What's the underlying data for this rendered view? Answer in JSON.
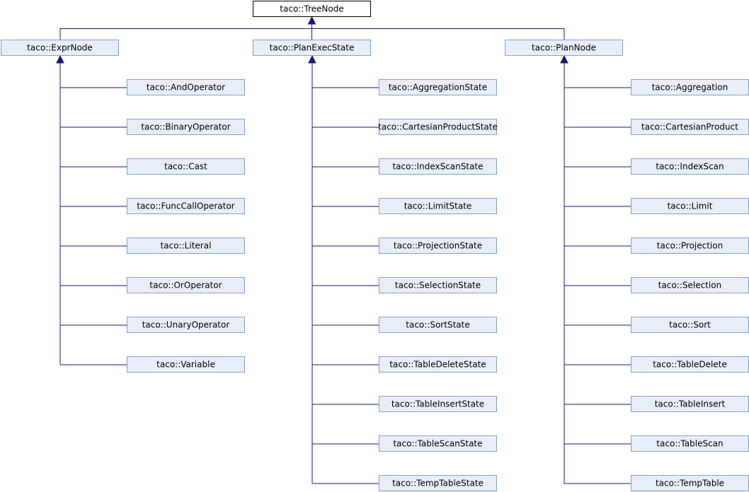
{
  "colors": {
    "root_fill": "#ffffff",
    "root_stroke": "#000000",
    "node_fill": "#e8eef7",
    "node_stroke": "#84a0cc",
    "edge": "#191970"
  },
  "root": {
    "id": "tree-node",
    "label": "taco::TreeNode"
  },
  "groups": [
    {
      "id": "expr-node",
      "label": "taco::ExprNode",
      "children": [
        "taco::AndOperator",
        "taco::BinaryOperator",
        "taco::Cast",
        "taco::FuncCallOperator",
        "taco::Literal",
        "taco::OrOperator",
        "taco::UnaryOperator",
        "taco::Variable"
      ]
    },
    {
      "id": "plan-exec-state",
      "label": "taco::PlanExecState",
      "children": [
        "taco::AggregationState",
        "taco::CartesianProductState",
        "taco::IndexScanState",
        "taco::LimitState",
        "taco::ProjectionState",
        "taco::SelectionState",
        "taco::SortState",
        "taco::TableDeleteState",
        "taco::TableInsertState",
        "taco::TableScanState",
        "taco::TempTableState"
      ]
    },
    {
      "id": "plan-node",
      "label": "taco::PlanNode",
      "children": [
        "taco::Aggregation",
        "taco::CartesianProduct",
        "taco::IndexScan",
        "taco::Limit",
        "taco::Projection",
        "taco::Selection",
        "taco::Sort",
        "taco::TableDelete",
        "taco::TableInsert",
        "taco::TableScan",
        "taco::TempTable"
      ]
    }
  ]
}
